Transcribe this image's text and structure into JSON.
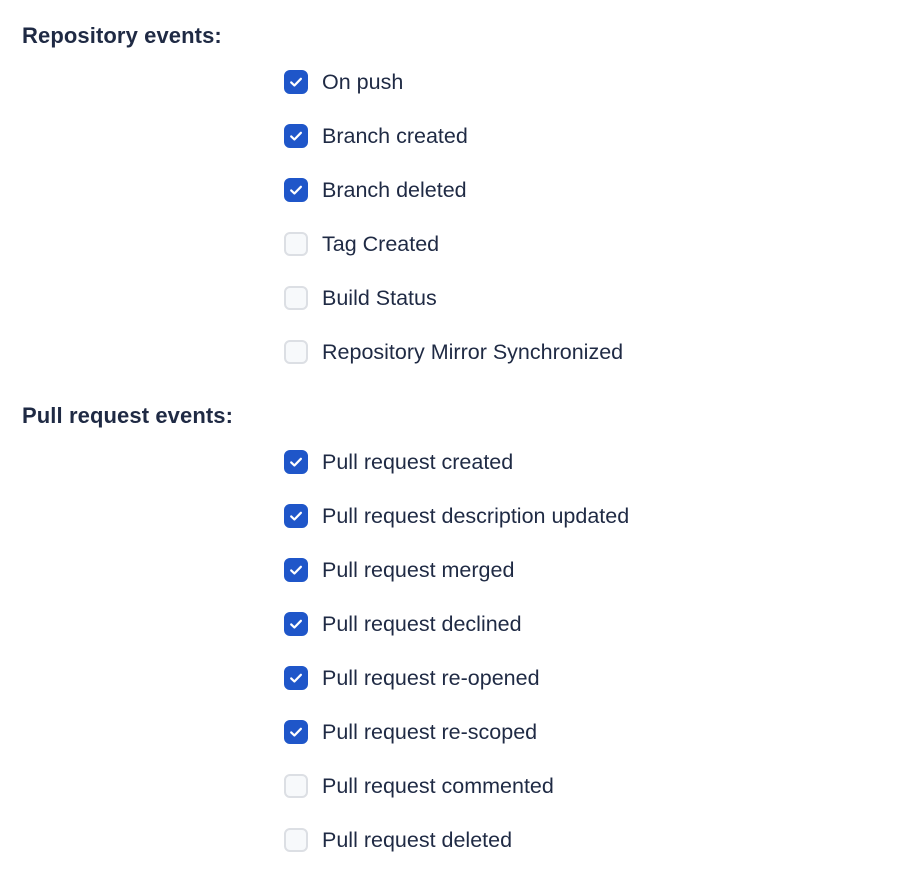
{
  "colors": {
    "text": "#1f2a44",
    "checkbox_checked_fill": "#1f56c9",
    "checkbox_unchecked_fill": "#f7f9fb",
    "checkbox_unchecked_border": "#dcdfe4",
    "page_background": "#ffffff"
  },
  "sections": [
    {
      "id": "repository-events",
      "heading": "Repository events:",
      "options": [
        {
          "label": "On push",
          "checked": true
        },
        {
          "label": "Branch created",
          "checked": true
        },
        {
          "label": "Branch deleted",
          "checked": true
        },
        {
          "label": "Tag Created",
          "checked": false
        },
        {
          "label": "Build Status",
          "checked": false
        },
        {
          "label": "Repository Mirror Synchronized",
          "checked": false
        }
      ]
    },
    {
      "id": "pull-request-events",
      "heading": "Pull request events:",
      "options": [
        {
          "label": "Pull request created",
          "checked": true
        },
        {
          "label": "Pull request description updated",
          "checked": true
        },
        {
          "label": "Pull request merged",
          "checked": true
        },
        {
          "label": "Pull request declined",
          "checked": true
        },
        {
          "label": "Pull request re-opened",
          "checked": true
        },
        {
          "label": "Pull request re-scoped",
          "checked": true
        },
        {
          "label": "Pull request commented",
          "checked": false
        },
        {
          "label": "Pull request deleted",
          "checked": false
        }
      ]
    }
  ],
  "icons": {
    "checkmark": "check-icon"
  }
}
